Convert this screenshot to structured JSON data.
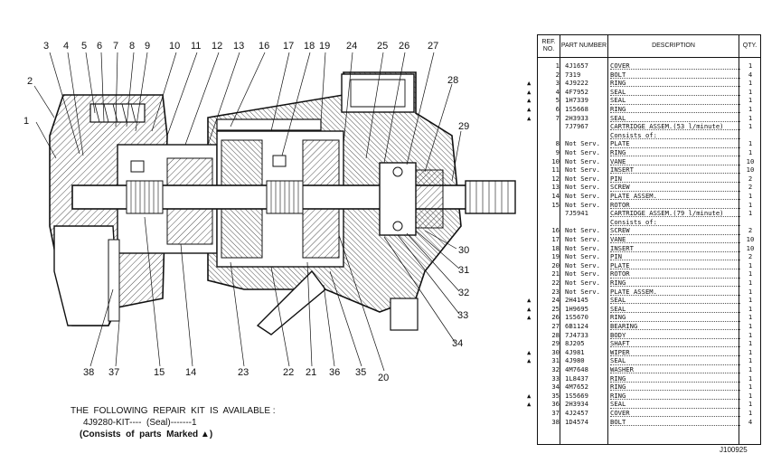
{
  "callouts": [
    "1",
    "2",
    "3",
    "4",
    "5",
    "6",
    "7",
    "8",
    "9",
    "10",
    "11",
    "12",
    "13",
    "16",
    "17",
    "18",
    "19",
    "24",
    "25",
    "26",
    "27",
    "28",
    "29",
    "30",
    "31",
    "32",
    "33",
    "34",
    "38",
    "37",
    "15",
    "14",
    "23",
    "22",
    "21",
    "36",
    "35",
    "20"
  ],
  "kit": {
    "line1": "THE  FOLLOWING  REPAIR  KIT  IS  AVAILABLE :",
    "line2": "4J9280-KIT----  (Seal)-------1",
    "line3": "(Consists  of  parts  Marked ▲)"
  },
  "table": {
    "headers": {
      "ref": "REF. NO.",
      "part": "PART NUMBER",
      "desc": "DESCRIPTION",
      "qty": "QTY."
    },
    "rows": [
      {
        "ref": "1",
        "part": "4J1657",
        "desc": "COVER",
        "qty": "1",
        "kit": ""
      },
      {
        "ref": "2",
        "part": "7319",
        "desc": "BOLT",
        "qty": "4",
        "kit": ""
      },
      {
        "ref": "3",
        "part": "4J9222",
        "desc": "RING",
        "qty": "1",
        "kit": "▲"
      },
      {
        "ref": "4",
        "part": "4F7952",
        "desc": "SEAL",
        "qty": "1",
        "kit": "▲"
      },
      {
        "ref": "5",
        "part": "1H7339",
        "desc": "SEAL",
        "qty": "1",
        "kit": "▲"
      },
      {
        "ref": "6",
        "part": "1S5668",
        "desc": "RING",
        "qty": "1",
        "kit": "▲"
      },
      {
        "ref": "7",
        "part": "2H3933",
        "desc": "SEAL",
        "qty": "1",
        "kit": "▲"
      },
      {
        "ref": "",
        "part": "7J7967",
        "desc": "CARTRIDGE ASSEM.(53 l/minute)",
        "qty": "1",
        "kit": ""
      },
      {
        "ref": "",
        "part": "",
        "desc": "Consists of:",
        "qty": "",
        "kit": ""
      },
      {
        "ref": "8",
        "part": "Not Serv.",
        "desc": "PLATE",
        "qty": "1",
        "kit": ""
      },
      {
        "ref": "9",
        "part": "Not Serv.",
        "desc": "RING",
        "qty": "1",
        "kit": ""
      },
      {
        "ref": "10",
        "part": "Not Serv.",
        "desc": "VANE",
        "qty": "10",
        "kit": ""
      },
      {
        "ref": "11",
        "part": "Not Serv.",
        "desc": "INSERT",
        "qty": "10",
        "kit": ""
      },
      {
        "ref": "12",
        "part": "Not Serv.",
        "desc": "PIN",
        "qty": "2",
        "kit": ""
      },
      {
        "ref": "13",
        "part": "Not Serv.",
        "desc": "SCREW",
        "qty": "2",
        "kit": ""
      },
      {
        "ref": "14",
        "part": "Not Serv.",
        "desc": "PLATE ASSEM.",
        "qty": "1",
        "kit": ""
      },
      {
        "ref": "15",
        "part": "Not Serv.",
        "desc": "ROTOR",
        "qty": "1",
        "kit": ""
      },
      {
        "ref": "",
        "part": "7J5941",
        "desc": "CARTRIDGE ASSEM.(79 l/minute)",
        "qty": "1",
        "kit": ""
      },
      {
        "ref": "",
        "part": "",
        "desc": "Consists of:",
        "qty": "",
        "kit": ""
      },
      {
        "ref": "16",
        "part": "Not Serv.",
        "desc": "SCREW",
        "qty": "2",
        "kit": ""
      },
      {
        "ref": "17",
        "part": "Not Serv.",
        "desc": "VANE",
        "qty": "10",
        "kit": ""
      },
      {
        "ref": "18",
        "part": "Not Serv.",
        "desc": "INSERT",
        "qty": "10",
        "kit": ""
      },
      {
        "ref": "19",
        "part": "Not Serv.",
        "desc": "PIN",
        "qty": "2",
        "kit": ""
      },
      {
        "ref": "20",
        "part": "Not Serv.",
        "desc": "PLATE",
        "qty": "1",
        "kit": ""
      },
      {
        "ref": "21",
        "part": "Not Serv.",
        "desc": "ROTOR",
        "qty": "1",
        "kit": ""
      },
      {
        "ref": "22",
        "part": "Not Serv.",
        "desc": "RING",
        "qty": "1",
        "kit": ""
      },
      {
        "ref": "23",
        "part": "Not Serv.",
        "desc": "PLATE ASSEM.",
        "qty": "1",
        "kit": ""
      },
      {
        "ref": "24",
        "part": "2H4145",
        "desc": "SEAL",
        "qty": "1",
        "kit": "▲"
      },
      {
        "ref": "25",
        "part": "1H9695",
        "desc": "SEAL",
        "qty": "1",
        "kit": "▲"
      },
      {
        "ref": "26",
        "part": "1S5670",
        "desc": "RING",
        "qty": "1",
        "kit": "▲"
      },
      {
        "ref": "27",
        "part": "6B1124",
        "desc": "BEARING",
        "qty": "1",
        "kit": ""
      },
      {
        "ref": "28",
        "part": "7J4733",
        "desc": "BODY",
        "qty": "1",
        "kit": ""
      },
      {
        "ref": "29",
        "part": "8J205",
        "desc": "SHAFT",
        "qty": "1",
        "kit": ""
      },
      {
        "ref": "30",
        "part": "4J981",
        "desc": "WIPER",
        "qty": "1",
        "kit": "▲"
      },
      {
        "ref": "31",
        "part": "4J980",
        "desc": "SEAL",
        "qty": "1",
        "kit": "▲"
      },
      {
        "ref": "32",
        "part": "4M7648",
        "desc": "WASHER",
        "qty": "1",
        "kit": ""
      },
      {
        "ref": "33",
        "part": "1L8437",
        "desc": "RING",
        "qty": "1",
        "kit": ""
      },
      {
        "ref": "34",
        "part": "4M7652",
        "desc": "RING",
        "qty": "1",
        "kit": ""
      },
      {
        "ref": "35",
        "part": "1S5669",
        "desc": "RING",
        "qty": "1",
        "kit": "▲"
      },
      {
        "ref": "36",
        "part": "2H3934",
        "desc": "SEAL",
        "qty": "1",
        "kit": "▲"
      },
      {
        "ref": "37",
        "part": "4J2457",
        "desc": "COVER",
        "qty": "1",
        "kit": ""
      },
      {
        "ref": "38",
        "part": "1D4574",
        "desc": "BOLT",
        "qty": "4",
        "kit": ""
      }
    ]
  },
  "figure_number": "J100925"
}
